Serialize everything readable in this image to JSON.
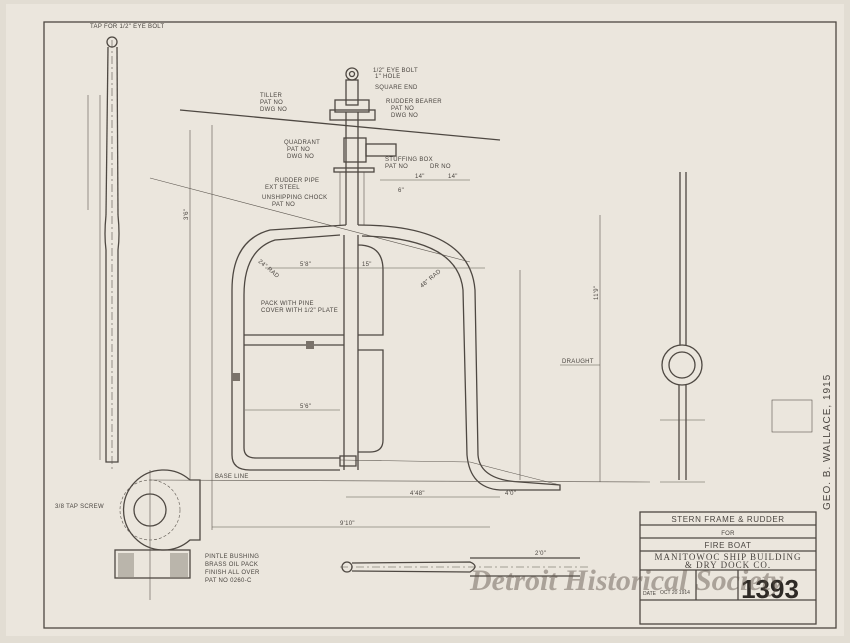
{
  "drawing": {
    "callouts": {
      "tap_eye_bolt": "TAP FOR 1/2\" EYE BOLT",
      "eye_bolt": "1/2\" EYE BOLT",
      "eye_bolt_hole": "1\" HOLE",
      "square_end": "SQUARE END",
      "tiller": [
        "TILLER",
        "PAT NO",
        "DWG NO"
      ],
      "rudder_bearer": [
        "RUDDER BEARER",
        "PAT NO",
        "DWG NO"
      ],
      "quadrant": [
        "QUADRANT",
        "PAT NO",
        "DWG NO"
      ],
      "stuffing_box": [
        "STUFFING BOX",
        "PAT NO",
        "DR NO"
      ],
      "rudder_pipe": [
        "RUDDER PIPE",
        "EXT STEEL"
      ],
      "unshipping_chock": [
        "UNSHIPPING CHOCK",
        "PAT NO"
      ],
      "pack_note": [
        "PACK WITH PINE",
        "COVER WITH 1/2\" PLATE"
      ],
      "pintle_note": [
        "PINTLE BUSHING",
        "BRASS OIL PACK",
        "FINISH ALL OVER",
        "PAT NO 0260-C"
      ],
      "tap_screw": "3/8 TAP SCREW",
      "base_line": "BASE LINE",
      "draught": "DRAUGHT"
    },
    "dimensions": [
      "14\"",
      "14\"",
      "6\"",
      "5'8\"",
      "15\"",
      "24\" RAD",
      "48\" RAD",
      "4'48\"",
      "4'0\"",
      "9'10\"",
      "3'6\"",
      "11'9\"",
      "5'6\"",
      "2'0\""
    ],
    "signature": "GEO. B. WALLACE, 1915"
  },
  "title_block": {
    "title": "STERN FRAME & RUDDER",
    "for": "FOR",
    "vessel": "FIRE BOAT",
    "company": [
      "MANITOWOC SHIP BUILDING",
      "& DRY DOCK CO."
    ],
    "date_label": "DATE",
    "date": "OCT 20 1914",
    "drawing_number": "1393"
  },
  "watermark": "Detroit Historical Society",
  "colors": {
    "paper": "#e6e1d8",
    "ink": "#4e4842"
  }
}
